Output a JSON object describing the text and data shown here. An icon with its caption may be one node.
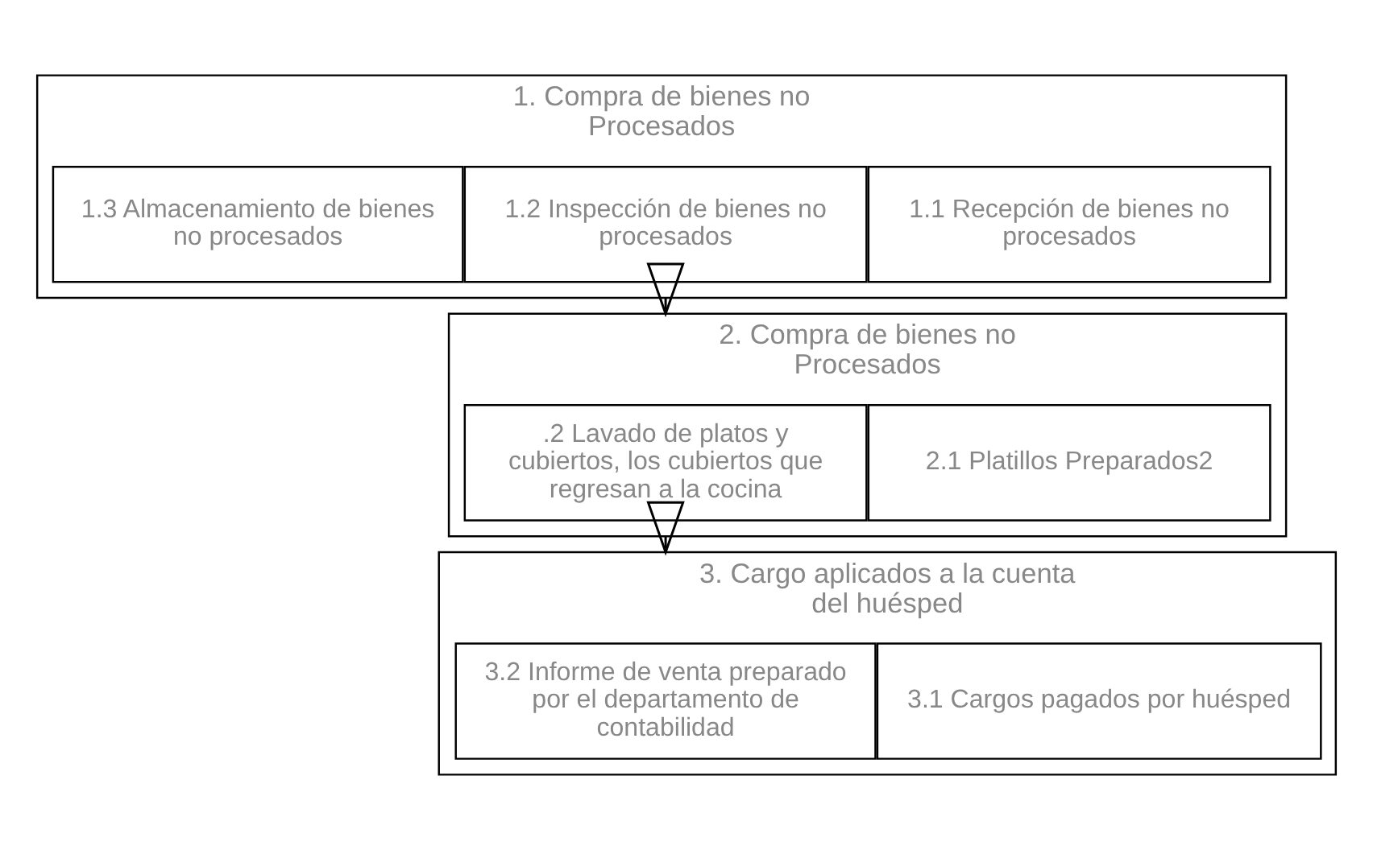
{
  "diagram": {
    "nodes": [
      {
        "text": [
          "1. Compra de bienes no Procesados"
        ]
      },
      {
        "text": [
          "1.1 Recepción de bienes no procesados"
        ],
        "in": 0
      },
      {
        "text": [
          "1.2 Inspección de bienes no procesados"
        ],
        "in": 0
      },
      {
        "text": [
          "1.3 Almacenamiento de bienes no procesados"
        ],
        "in": 0
      },
      {
        "text": [
          "2. Compra de bienes no Procesados"
        ]
      },
      {
        "text": [
          "2.1 Platillos Preparados2"
        ],
        "in": 4
      },
      {
        "text": [
          ".2 Lavado de platos y cubiertos, los cubiertos que regresan a la cocina"
        ],
        "in": 4
      },
      {
        "text": [
          "3. Cargo aplicados a la cuenta del huésped"
        ]
      },
      {
        "text": [
          "3.1 Cargos pagados por huésped"
        ],
        "in": 7
      },
      {
        "text": [
          "3.2 Informe de venta preparado por el departamento de contabilidad"
        ],
        "in": 7
      }
    ],
    "edges": [
      {
        "from": 0,
        "to": 4,
        "arrow": "to"
      },
      {
        "from": 4,
        "to": 7,
        "arrow": "to"
      }
    ]
  }
}
